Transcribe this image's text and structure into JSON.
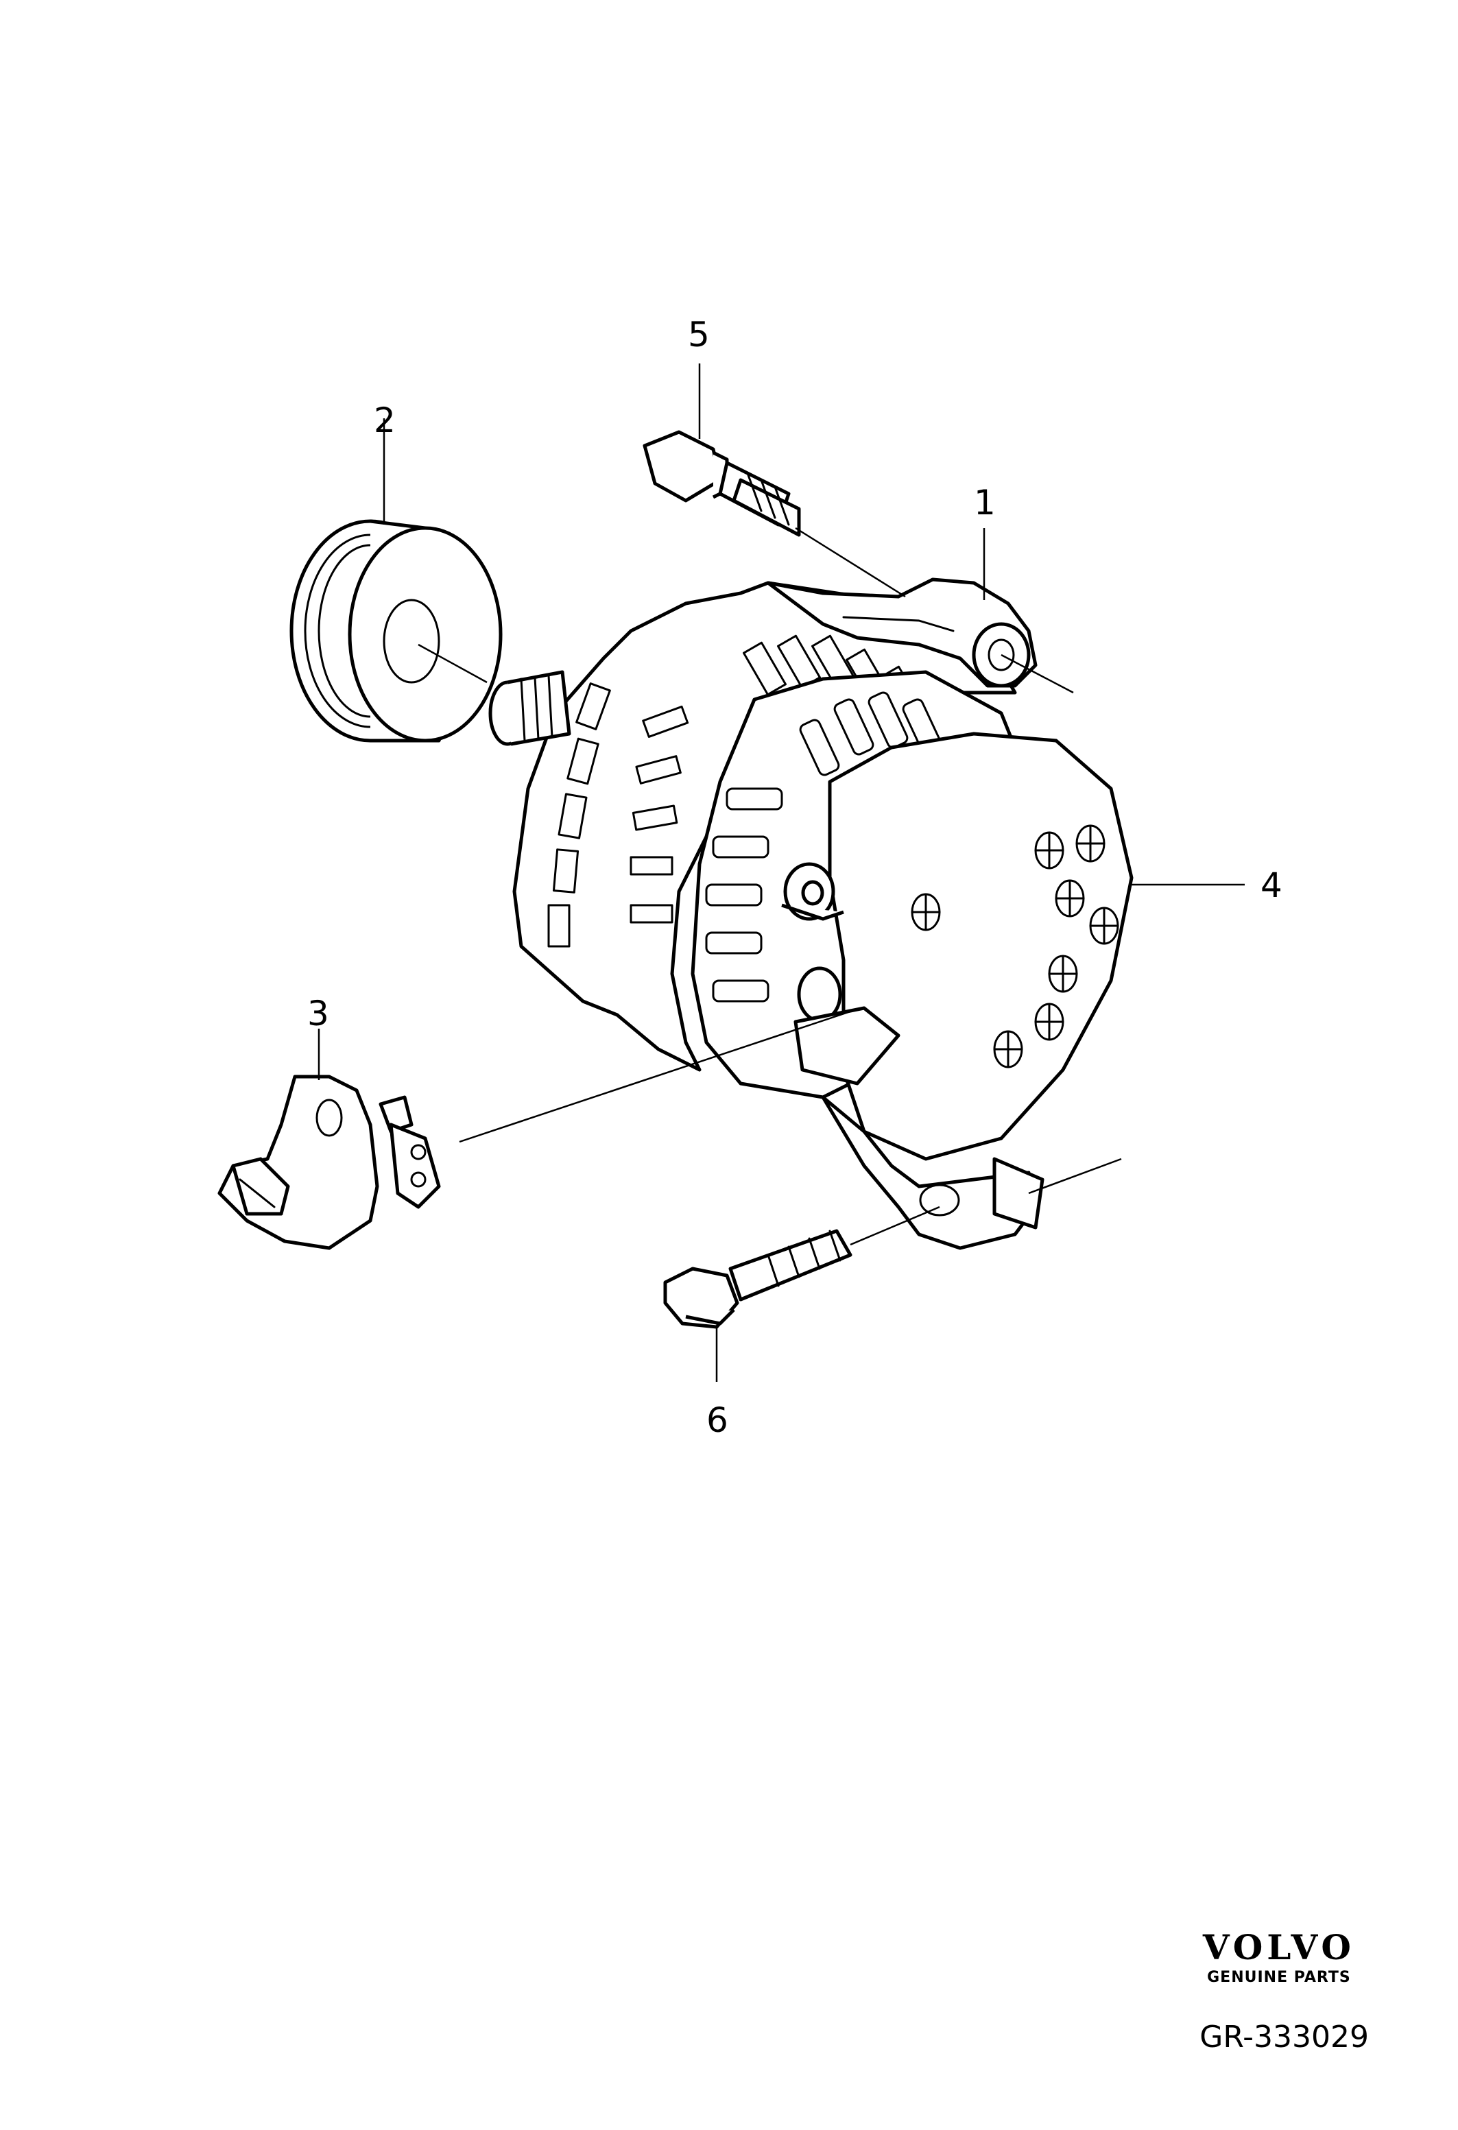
{
  "callouts": [
    {
      "id": "1",
      "label": "1"
    },
    {
      "id": "2",
      "label": "2"
    },
    {
      "id": "3",
      "label": "3"
    },
    {
      "id": "4",
      "label": "4"
    },
    {
      "id": "5",
      "label": "5"
    },
    {
      "id": "6",
      "label": "6"
    }
  ],
  "logo": {
    "name": "VOLVO",
    "tagline": "GENUINE PARTS"
  },
  "reference": "GR-333029"
}
